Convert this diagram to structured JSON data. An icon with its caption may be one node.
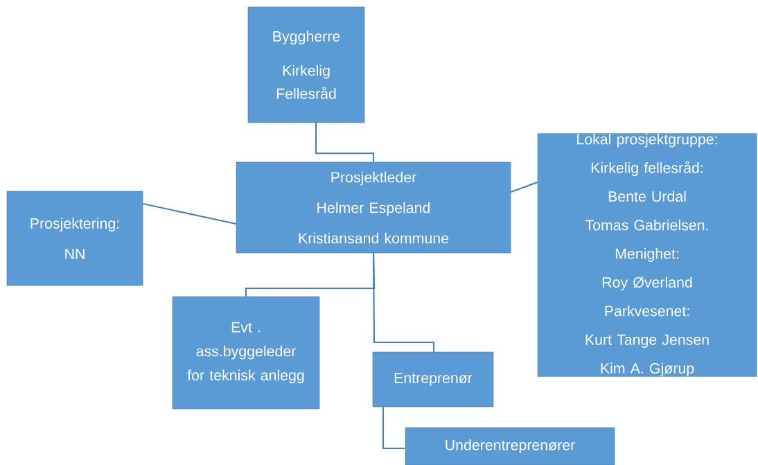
{
  "diagram": {
    "nodes": [
      {
        "text": [
          "Byggherre",
          "Kirkelig Fellesråd"
        ]
      },
      {
        "text": [
          "Prosjektleder",
          "Helmer Espeland",
          "Kristiansand kommune"
        ]
      },
      {
        "text": [
          "Prosjektering:",
          "NN"
        ]
      },
      {
        "text": [
          "Lokal prosjektgruppe:",
          "Kirkelig fellesråd:",
          "Bente Urdal",
          "Tomas Gabrielsen.",
          "Menighet:",
          "Roy Øverland",
          "Parkvesenet:",
          "Kurt Tange Jensen",
          "Kim A. Gjørup"
        ]
      },
      {
        "text": [
          "Evt . ass.byggeleder for teknisk anlegg"
        ]
      },
      {
        "text": [
          "Entreprenør"
        ]
      },
      {
        "text": [
          "Underentreprenører"
        ]
      }
    ],
    "edges": [
      {
        "from": 0,
        "to": 1,
        "arrow": "none"
      },
      {
        "from": 2,
        "to": 1,
        "arrow": "none"
      },
      {
        "from": 1,
        "to": 3,
        "arrow": "none"
      },
      {
        "from": 1,
        "to": 4,
        "arrow": "none"
      },
      {
        "from": 1,
        "to": 5,
        "arrow": "none"
      },
      {
        "from": 5,
        "to": 6,
        "arrow": "none"
      }
    ]
  }
}
